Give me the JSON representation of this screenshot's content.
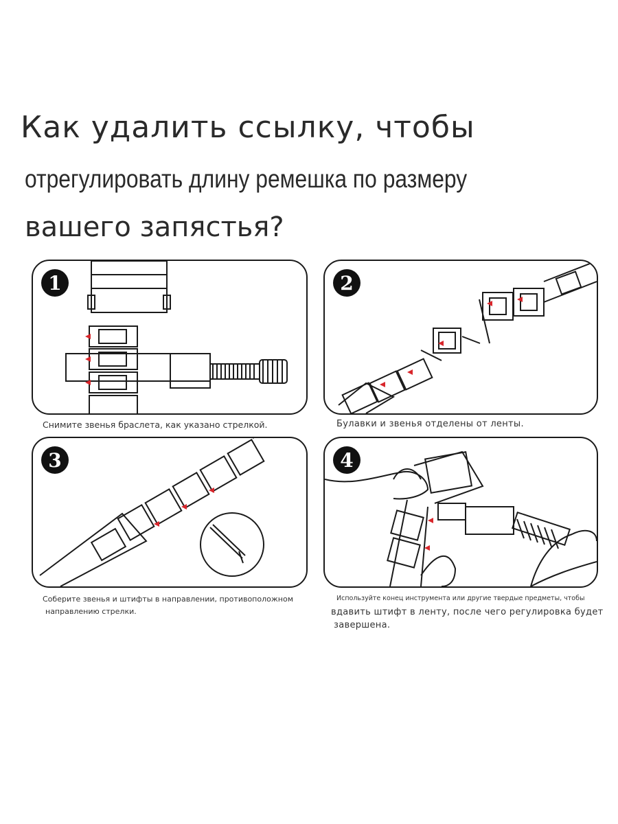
{
  "title": {
    "line1": "Как удалить ссылку, чтобы",
    "line2": "отрегулировать длину ремешка по размеру",
    "line3": "вашего запястья?"
  },
  "steps": [
    {
      "number": "1",
      "caption": [
        "Снимите звенья браслета, как указано стрелкой."
      ]
    },
    {
      "number": "2",
      "caption": [
        "Булавки и звенья отделены от ленты."
      ]
    },
    {
      "number": "3",
      "caption": [
        "Соберите звенья и штифты в направлении, противоположном",
        "направлению стрелки."
      ]
    },
    {
      "number": "4",
      "caption": [
        "Используйте конец инструмента или другие твердые предметы, чтобы",
        "вдавить штифт в ленту, после чего регулировка будет",
        "завершена."
      ]
    }
  ],
  "colors": {
    "line": "#1a1a1a",
    "arrow": "#d8262b"
  }
}
